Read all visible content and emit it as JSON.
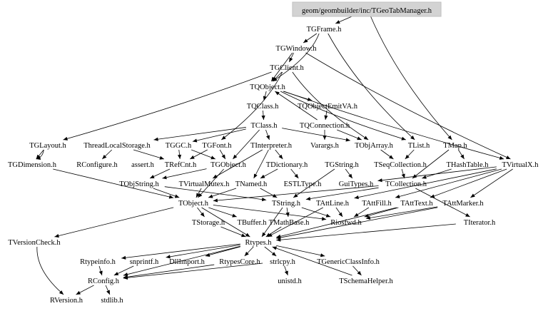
{
  "graph": {
    "title": "geom/geombuilder/inc/TGeoTabManager.h",
    "root": "geom/geombuilder/inc/TGeoTabManager.h",
    "root_fill": "#d3d3d3",
    "edge_color": "#000000",
    "nodes": [
      {
        "id": "root",
        "label": "geom/geombuilder/inc/TGeoTabManager.h"
      },
      {
        "id": "TGFrame",
        "label": "TGFrame.h"
      },
      {
        "id": "TGWindow",
        "label": "TGWindow.h"
      },
      {
        "id": "TGClient",
        "label": "TGClient.h"
      },
      {
        "id": "TQObject",
        "label": "TQObject.h"
      },
      {
        "id": "TQClass",
        "label": "TQClass.h"
      },
      {
        "id": "TQObjectEmitVA",
        "label": "TQObjectEmitVA.h"
      },
      {
        "id": "TClass",
        "label": "TClass.h"
      },
      {
        "id": "TQConnection",
        "label": "TQConnection.h"
      },
      {
        "id": "TGLayout",
        "label": "TGLayout.h"
      },
      {
        "id": "ThreadLocalStorage",
        "label": "ThreadLocalStorage.h"
      },
      {
        "id": "TGGC",
        "label": "TGGC.h"
      },
      {
        "id": "TGFont",
        "label": "TGFont.h"
      },
      {
        "id": "TInterpreter",
        "label": "TInterpreter.h"
      },
      {
        "id": "Varargs",
        "label": "Varargs.h"
      },
      {
        "id": "TObjArray",
        "label": "TObjArray.h"
      },
      {
        "id": "TList",
        "label": "TList.h"
      },
      {
        "id": "TMap",
        "label": "TMap.h"
      },
      {
        "id": "TGDimension",
        "label": "TGDimension.h"
      },
      {
        "id": "RConfigure",
        "label": "RConfigure.h"
      },
      {
        "id": "assert",
        "label": "assert.h"
      },
      {
        "id": "TRefCnt",
        "label": "TRefCnt.h"
      },
      {
        "id": "TGObject",
        "label": "TGObject.h"
      },
      {
        "id": "TDictionary",
        "label": "TDictionary.h"
      },
      {
        "id": "TGString",
        "label": "TGString.h"
      },
      {
        "id": "TSeqCollection",
        "label": "TSeqCollection.h"
      },
      {
        "id": "THashTable",
        "label": "THashTable.h"
      },
      {
        "id": "TVirtualX",
        "label": "TVirtualX.h"
      },
      {
        "id": "TObjString",
        "label": "TObjString.h"
      },
      {
        "id": "TVirtualMutex",
        "label": "TVirtualMutex.h"
      },
      {
        "id": "TNamed",
        "label": "TNamed.h"
      },
      {
        "id": "ESTLType",
        "label": "ESTLType.h"
      },
      {
        "id": "GuiTypes",
        "label": "GuiTypes.h"
      },
      {
        "id": "TCollection",
        "label": "TCollection.h"
      },
      {
        "id": "TObject",
        "label": "TObject.h"
      },
      {
        "id": "TString",
        "label": "TString.h"
      },
      {
        "id": "TAttLine",
        "label": "TAttLine.h"
      },
      {
        "id": "TAttFill",
        "label": "TAttFill.h"
      },
      {
        "id": "TAttText",
        "label": "TAttText.h"
      },
      {
        "id": "TAttMarker",
        "label": "TAttMarker.h"
      },
      {
        "id": "TStorage",
        "label": "TStorage.h"
      },
      {
        "id": "TBuffer",
        "label": "TBuffer.h"
      },
      {
        "id": "TMathBase",
        "label": "TMathBase.h"
      },
      {
        "id": "Riosfwd",
        "label": "Riosfwd.h"
      },
      {
        "id": "TIterator",
        "label": "TIterator.h"
      },
      {
        "id": "TVersionCheck",
        "label": "TVersionCheck.h"
      },
      {
        "id": "Rtypes",
        "label": "Rtypes.h"
      },
      {
        "id": "Rtypeinfo",
        "label": "Rtypeinfo.h"
      },
      {
        "id": "snprintf",
        "label": "snprintf.h"
      },
      {
        "id": "DllImport",
        "label": "DllImport.h"
      },
      {
        "id": "RtypesCore",
        "label": "RtypesCore.h"
      },
      {
        "id": "strlcpy",
        "label": "strlcpy.h"
      },
      {
        "id": "TGenericClassInfo",
        "label": "TGenericClassInfo.h"
      },
      {
        "id": "RConfig",
        "label": "RConfig.h"
      },
      {
        "id": "unistd",
        "label": "unistd.h"
      },
      {
        "id": "TSchemaHelper",
        "label": "TSchemaHelper.h"
      },
      {
        "id": "RVersion",
        "label": "RVersion.h"
      },
      {
        "id": "stdlib",
        "label": "stdlib.h"
      }
    ],
    "edges": [
      [
        "root",
        "TGFrame"
      ],
      [
        "root",
        "TMap"
      ],
      [
        "TGFrame",
        "TGWindow"
      ],
      [
        "TGFrame",
        "TQObject"
      ],
      [
        "TGFrame",
        "TList"
      ],
      [
        "TGWindow",
        "TGClient"
      ],
      [
        "TGWindow",
        "TQObject"
      ],
      [
        "TGWindow",
        "TVirtualX"
      ],
      [
        "TGClient",
        "TQObject"
      ],
      [
        "TGClient",
        "TGLayout"
      ],
      [
        "TGClient",
        "TGFont"
      ],
      [
        "TGClient",
        "TObjArray"
      ],
      [
        "TQObject",
        "TQClass"
      ],
      [
        "TQObject",
        "TQObjectEmitVA"
      ],
      [
        "TQObject",
        "TList"
      ],
      [
        "TQObject",
        "TVirtualX"
      ],
      [
        "TQClass",
        "TClass"
      ],
      [
        "TQObjectEmitVA",
        "TQConnection"
      ],
      [
        "TQConnection",
        "TQObject"
      ],
      [
        "TQConnection",
        "Varargs"
      ],
      [
        "TQConnection",
        "TObjArray"
      ],
      [
        "TClass",
        "TGGC"
      ],
      [
        "TClass",
        "ThreadLocalStorage"
      ],
      [
        "TClass",
        "TInterpreter"
      ],
      [
        "TClass",
        "TObjArray"
      ],
      [
        "TClass",
        "TGObject"
      ],
      [
        "TGLayout",
        "TGDimension"
      ],
      [
        "TGLayout",
        "TGDimension"
      ],
      [
        "ThreadLocalStorage",
        "RConfigure"
      ],
      [
        "ThreadLocalStorage",
        "TRefCnt"
      ],
      [
        "TGGC",
        "TRefCnt"
      ],
      [
        "TGGC",
        "TGObject"
      ],
      [
        "TGFont",
        "TGObject"
      ],
      [
        "TGFont",
        "TRefCnt"
      ],
      [
        "TInterpreter",
        "TDictionary"
      ],
      [
        "TInterpreter",
        "TNamed"
      ],
      [
        "TInterpreter",
        "TVirtualMutex"
      ],
      [
        "TObjArray",
        "TSeqCollection"
      ],
      [
        "TList",
        "TSeqCollection"
      ],
      [
        "TMap",
        "THashTable"
      ],
      [
        "TMap",
        "TCollection"
      ],
      [
        "TGDimension",
        "TObject"
      ],
      [
        "TRefCnt",
        "TObjString"
      ],
      [
        "TGObject",
        "TObject"
      ],
      [
        "TGObject",
        "TObjString"
      ],
      [
        "TDictionary",
        "TNamed"
      ],
      [
        "TDictionary",
        "ESTLType"
      ],
      [
        "TGString",
        "GuiTypes"
      ],
      [
        "TGString",
        "TString"
      ],
      [
        "TSeqCollection",
        "TCollection"
      ],
      [
        "THashTable",
        "TCollection"
      ],
      [
        "TVirtualX",
        "GuiTypes"
      ],
      [
        "TVirtualX",
        "TAttLine"
      ],
      [
        "TVirtualX",
        "TAttFill"
      ],
      [
        "TVirtualX",
        "TAttText"
      ],
      [
        "TVirtualX",
        "TAttMarker"
      ],
      [
        "TObjString",
        "TObject"
      ],
      [
        "TObjString",
        "TString"
      ],
      [
        "TVirtualMutex",
        "TObject"
      ],
      [
        "TNamed",
        "TObject"
      ],
      [
        "TNamed",
        "TString"
      ],
      [
        "TCollection",
        "TObject"
      ],
      [
        "TCollection",
        "TIterator"
      ],
      [
        "TCollection",
        "TString"
      ],
      [
        "TObject",
        "TStorage"
      ],
      [
        "TObject",
        "TBuffer"
      ],
      [
        "TObject",
        "Riosfwd"
      ],
      [
        "TObject",
        "TVersionCheck"
      ],
      [
        "TObject",
        "Rtypes"
      ],
      [
        "TString",
        "TMathBase"
      ],
      [
        "TString",
        "Riosfwd"
      ],
      [
        "TString",
        "Rtypes"
      ],
      [
        "TAttLine",
        "Riosfwd"
      ],
      [
        "TAttLine",
        "Rtypes"
      ],
      [
        "TAttFill",
        "Riosfwd"
      ],
      [
        "TAttText",
        "Riosfwd"
      ],
      [
        "TAttText",
        "Rtypes"
      ],
      [
        "TAttMarker",
        "Riosfwd"
      ],
      [
        "TAttMarker",
        "Rtypes"
      ],
      [
        "TStorage",
        "Rtypes"
      ],
      [
        "TMathBase",
        "Rtypes"
      ],
      [
        "TIterator",
        "Rtypes"
      ],
      [
        "TVersionCheck",
        "RVersion"
      ],
      [
        "Rtypes",
        "Rtypeinfo"
      ],
      [
        "Rtypes",
        "snprintf"
      ],
      [
        "Rtypes",
        "DllImport"
      ],
      [
        "Rtypes",
        "RtypesCore"
      ],
      [
        "Rtypes",
        "strlcpy"
      ],
      [
        "Rtypes",
        "TGenericClassInfo"
      ],
      [
        "Rtypes",
        "RConfig"
      ],
      [
        "Rtypeinfo",
        "RConfig"
      ],
      [
        "snprintf",
        "RConfig"
      ],
      [
        "RtypesCore",
        "RConfig"
      ],
      [
        "strlcpy",
        "RConfig"
      ],
      [
        "strlcpy",
        "unistd"
      ],
      [
        "TSchemaHelper",
        "Rtypes"
      ],
      [
        "TGenericClassInfo",
        "TSchemaHelper"
      ],
      [
        "RConfig",
        "RVersion"
      ],
      [
        "RConfig",
        "stdlib"
      ]
    ]
  }
}
